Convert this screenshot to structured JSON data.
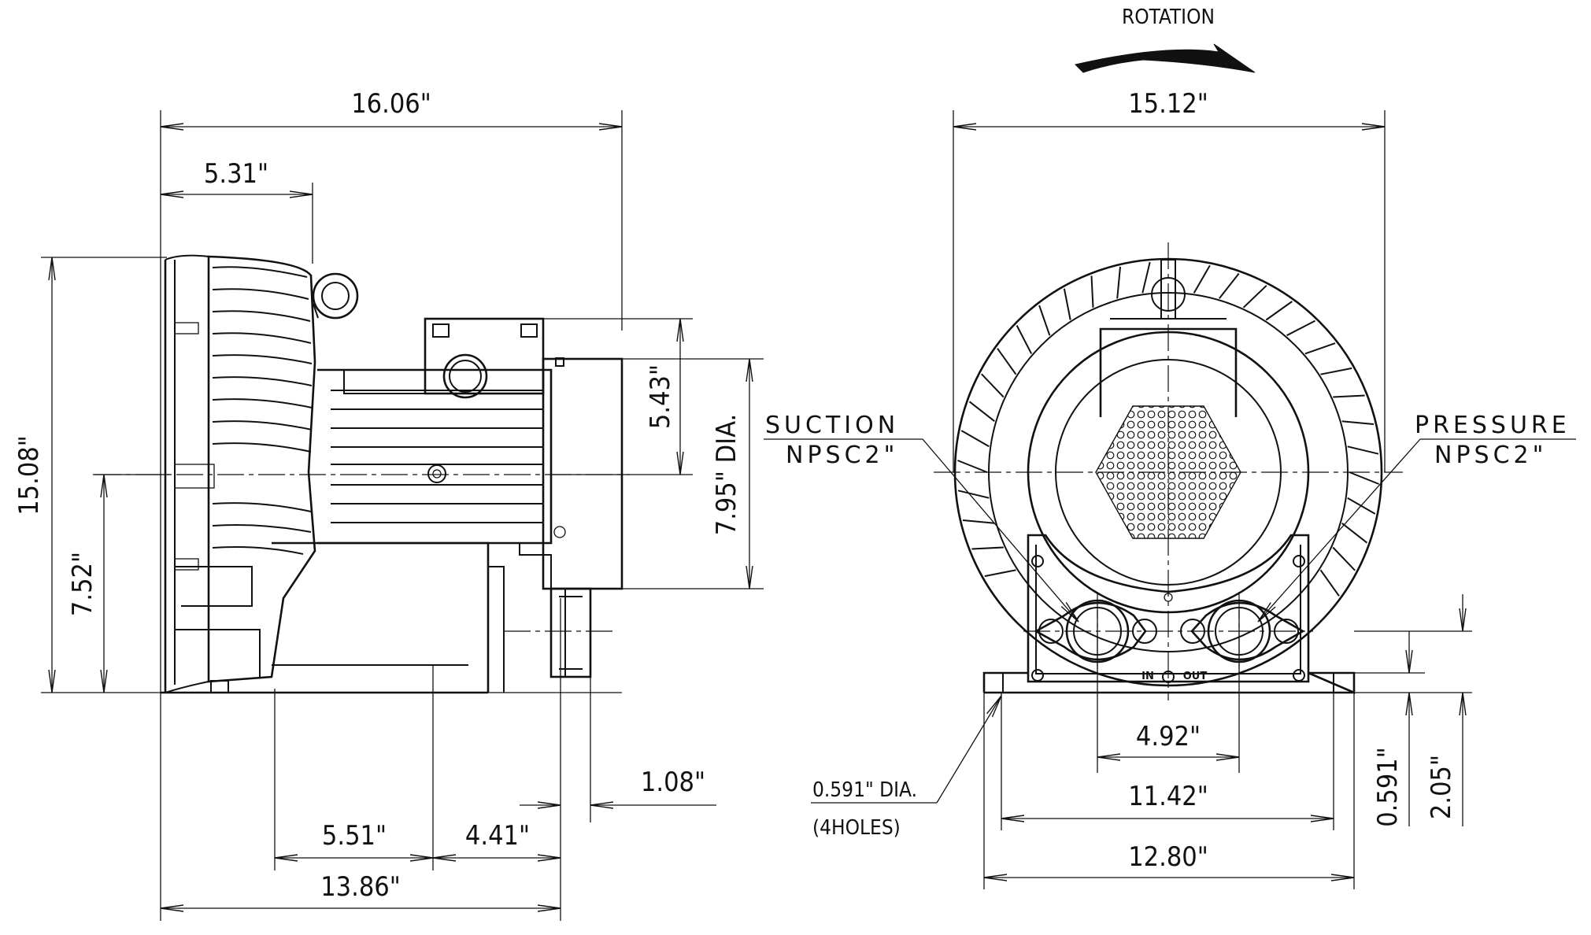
{
  "labels": {
    "rotation": "ROTATION",
    "suction_1": "SUCTION",
    "suction_2": "NPSC2\"",
    "pressure_1": "PRESSURE",
    "pressure_2": "NPSC2\"",
    "port_in": "IN",
    "port_out": "OUT",
    "holes_1": "0.591\" DIA.",
    "holes_2": "(4HOLES)"
  },
  "dimensions": {
    "side_overall_length": "16.06\"",
    "side_front_depth": "5.31\"",
    "side_overall_height": "15.08\"",
    "side_center_height": "7.52\"",
    "side_box_height": "5.43\"",
    "side_motor_dia": "7.95\" DIA.",
    "side_flange_offset": "1.08\"",
    "side_base_span": "5.51\"",
    "side_base_rear": "4.41\"",
    "side_base_length": "13.86\"",
    "front_overall_width": "15.12\"",
    "front_port_spacing": "4.92\"",
    "front_hole_spacing": "11.42\"",
    "front_base_width": "12.80\"",
    "front_base_thickness": "0.591\"",
    "front_port_height": "2.05\""
  }
}
